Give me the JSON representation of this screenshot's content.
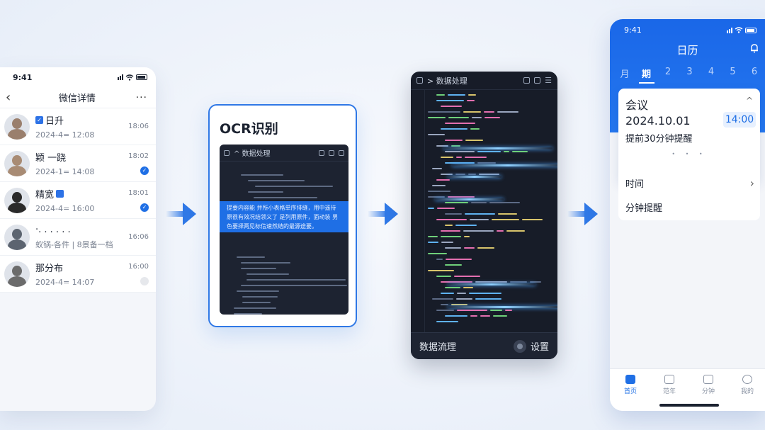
{
  "chat_app": {
    "status_time": "9:41",
    "title": "微信详情",
    "back_glyph": "‹",
    "more_glyph": "···",
    "chats": [
      {
        "name": "日升",
        "sub": "2024-4= 12:08",
        "time": "18:06",
        "state": "badge"
      },
      {
        "name": "颖 一跷",
        "sub": "2024-1= 14:08",
        "time": "18:02",
        "state": "read"
      },
      {
        "name": "精宽",
        "sub": "2024-4= 16:00",
        "time": "18:01",
        "state": "read"
      },
      {
        "name": "·. . . . . .",
        "sub": "蚁锅-各件 | 8景备一档",
        "time": "16:06",
        "state": "none"
      },
      {
        "name": "那分布",
        "sub": "2024-4= 14:07",
        "time": "16:00",
        "state": "pending"
      }
    ],
    "avatar_colors": [
      "#9a7f6d",
      "#a88b74",
      "#2a2a2a",
      "#5c6470",
      "#6b6b6b"
    ]
  },
  "ocr": {
    "title": "OCR识别",
    "screen_header": "^ 数据处理",
    "highlight_text": "提要内容能 并所小表格单序排缝，用中遥待原很有效况结领义了 是列用原件，面动装 男色要择两见标信速然结的最源途要。"
  },
  "data_phone": {
    "header": "> 数据处理",
    "footer_left": "数据流理",
    "footer_right": "设置"
  },
  "calendar": {
    "status_time": "9:41",
    "title": "日历",
    "days": [
      "月",
      "期",
      "2",
      "3",
      "4",
      "5",
      "6"
    ],
    "active_day_index": 1,
    "event": {
      "title": "会议",
      "date": "2024.10.01",
      "time": "14:00",
      "reminder": "提前30分钟提醒",
      "dots": "• • •"
    },
    "settings": [
      {
        "label": "时间",
        "chevron": "›"
      },
      {
        "label": "分钟提醒",
        "chevron": ""
      }
    ],
    "tabs": [
      "首页",
      "范年",
      "分钟",
      "我的"
    ],
    "active_tab_index": 0
  },
  "colors": {
    "accent": "#1f6fe5",
    "calendar_blue": "#1a67e8",
    "dark_panel": "#171c28"
  }
}
